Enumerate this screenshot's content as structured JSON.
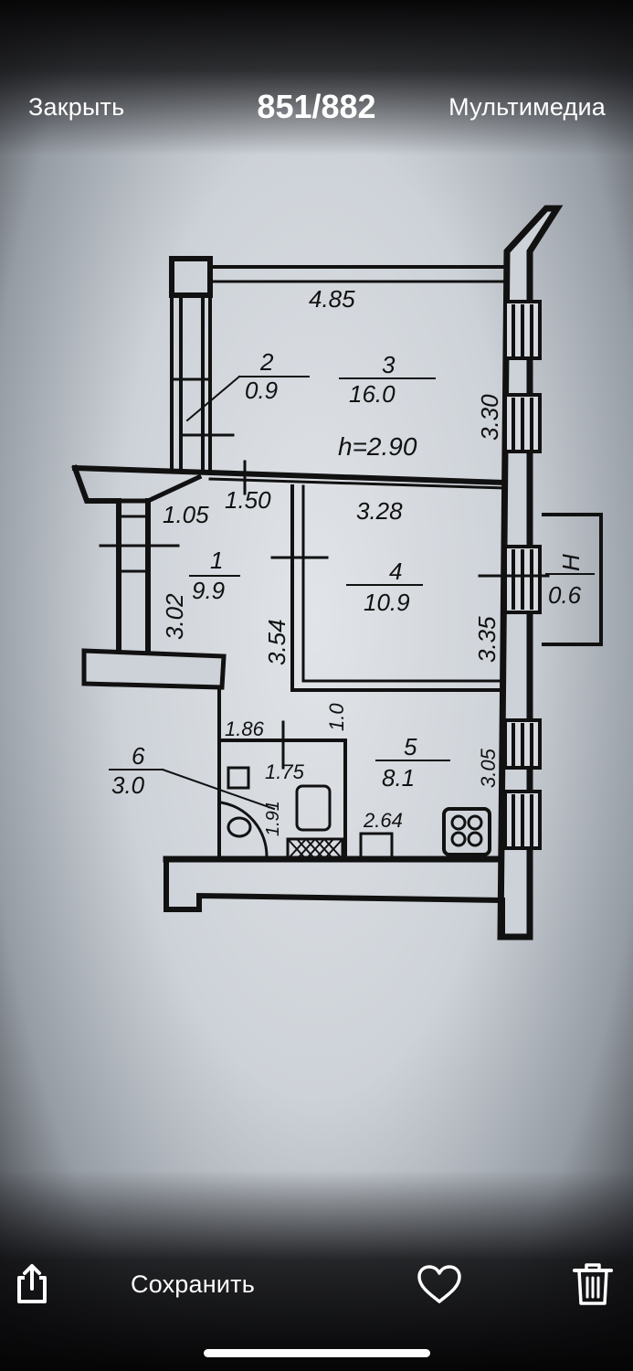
{
  "header": {
    "close_label": "Закрыть",
    "counter": "851/882",
    "media_label": "Мультимедиа"
  },
  "floorplan": {
    "rooms": [
      {
        "num": "2",
        "area": "0.9"
      },
      {
        "num": "3",
        "area": "16.0"
      },
      {
        "num": "1",
        "area": "9.9"
      },
      {
        "num": "4",
        "area": "10.9"
      },
      {
        "num": "5",
        "area": "8.1"
      },
      {
        "num": "6",
        "area": "3.0"
      },
      {
        "num": "Н",
        "area": "0.6"
      }
    ],
    "dimensions": {
      "d_485": "4.85",
      "d_330": "3.30",
      "d_h": "h=2.90",
      "d_150": "1.50",
      "d_105": "1.05",
      "d_328": "3.28",
      "d_302": "3.02",
      "d_354": "3.54",
      "d_335": "3.35",
      "d_10": "1.0",
      "d_186": "1.86",
      "d_175": "1.75",
      "d_191": "1.91",
      "d_264": "2.64",
      "d_305": "3.05"
    }
  },
  "footer": {
    "save_label": "Сохранить",
    "share_icon": "share-icon",
    "like_icon": "heart-icon",
    "delete_icon": "trash-icon"
  }
}
